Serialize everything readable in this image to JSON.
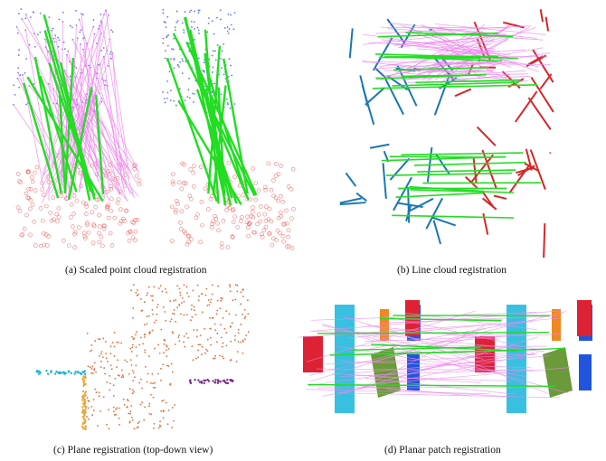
{
  "figure": {
    "captions": {
      "a": "(a) Scaled point cloud registration",
      "b": "(b) Line cloud registration",
      "c": "(c) Plane registration (top-down view)",
      "d": "(d) Planar patch registration"
    },
    "colors": {
      "inlier_match": "#22dd22",
      "outlier_match": "#ee88ee",
      "source_points": "#4455dd",
      "target_points": "#ee4444",
      "line_blue": "#1a77b4",
      "line_red": "#d62728",
      "plane_orange": "#d9541a",
      "plane_cyan": "#1bb5d5",
      "plane_yellow": "#e8a838",
      "plane_purple": "#7a2c8a",
      "patch_cyan": "#38c0e0",
      "patch_green": "#6b9a3a",
      "patch_red": "#dd2233",
      "patch_blue": "#2255dd",
      "patch_orange": "#ee8822"
    }
  }
}
